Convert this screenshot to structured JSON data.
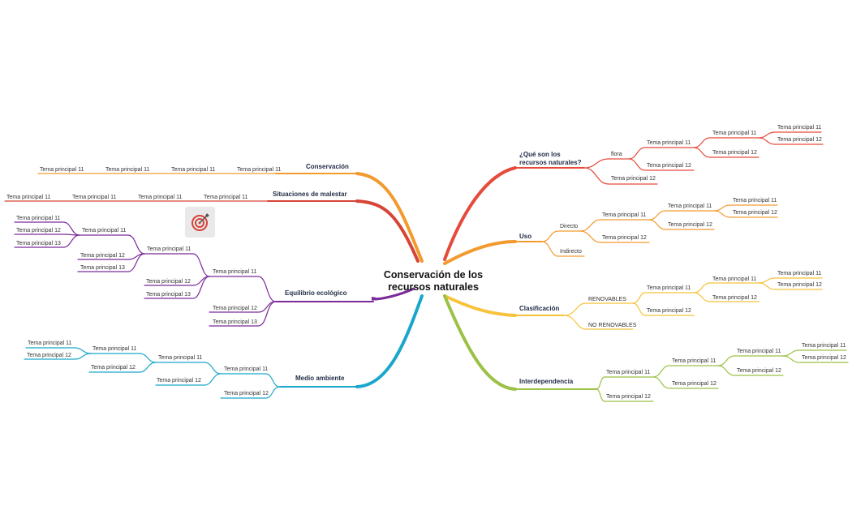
{
  "center": {
    "line1": "Conservación de los",
    "line2": "recursos naturales"
  },
  "colors": {
    "red": "#e64a3b",
    "orange": "#f39a2e",
    "yellow": "#f7c23c",
    "green": "#9bc146",
    "blue": "#1aa6cc",
    "purple": "#7b2a9a",
    "dark_red": "#d64535"
  },
  "branches": {
    "que_son": {
      "title_line1": "¿Qué son los",
      "title_line2": "recursos naturales?",
      "flora": "flora",
      "flora_child1": "Tema principal 11",
      "flora_child1_a": "Tema principal 11",
      "flora_child1_a_1": "Tema principal 11",
      "flora_child1_a_2": "Tema principal 12",
      "flora_child1_b": "Tema principal 12",
      "flora_child2": "Tema principal 12",
      "child2": "Tema principal 12"
    },
    "uso": {
      "title": "Uso",
      "directo": "Directo",
      "directo_1": "Tema principal 11",
      "directo_1_a": "Tema principal 11",
      "directo_1_a_1": "Tema principal 11",
      "directo_1_a_2": "Tema principal 12",
      "directo_1_b": "Tema principal 12",
      "directo_2": "Tema principal 12",
      "indirecto": "Indirecto"
    },
    "clasificacion": {
      "title": "Clasificación",
      "renovables": "RENOVABLES",
      "renovables_1": "Tema principal 11",
      "renovables_1_a": "Tema principal 11",
      "renovables_1_a_1": "Tema principal 11",
      "renovables_1_a_2": "Tema principal 12",
      "renovables_1_b": "Tema principal 12",
      "renovables_2": "Tema principal 12",
      "no_renovables": "NO RENOVABLES"
    },
    "interdependencia": {
      "title": "Interdependencia",
      "c1": "Tema principal 11",
      "c1_a": "Tema principal 11",
      "c1_a_1": "Tema principal 11",
      "c1_a_1_x": "Tema principal 11",
      "c1_a_1_y": "Tema principal 12",
      "c1_a_2": "Tema principal 12",
      "c1_b": "Tema principal 12",
      "c2": "Tema principal 12"
    },
    "conservacion": {
      "title": "Conservación",
      "chain": [
        "Tema principal 11",
        "Tema principal 11",
        "Tema principal 11",
        "Tema principal 11"
      ]
    },
    "malestar": {
      "title": "Situaciones de malestar",
      "chain": [
        "Tema principal 11",
        "Tema principal 11",
        "Tema principal 11",
        "Tema principal 11"
      ]
    },
    "equilibrio": {
      "title": "Equilibrio ecológico",
      "c1": "Tema principal 11",
      "c1_a": "Tema principal 11",
      "c1_a_1": "Tema principal 11",
      "c1_a_1_x": "Tema principal 11",
      "c1_a_1_y": "Tema principal 12",
      "c1_a_1_z": "Tema principal 13",
      "c1_a_2": "Tema principal 12",
      "c1_a_3": "Tema principal 13",
      "c1_b": "Tema principal 12",
      "c1_c": "Tema principal 13",
      "c2": "Tema principal 12",
      "c3": "Tema principal 13"
    },
    "medio": {
      "title": "Medio ambiente",
      "c1": "Tema principal 11",
      "c1_a": "Tema principal 11",
      "c1_a_1": "Tema principal 11",
      "c1_a_1_x": "Tema principal 11",
      "c1_a_1_y": "Tema principal 12",
      "c1_a_2": "Tema principal 12",
      "c1_b": "Tema principal 12",
      "c2": "Tema principal 12"
    }
  },
  "icon": "target-icon"
}
